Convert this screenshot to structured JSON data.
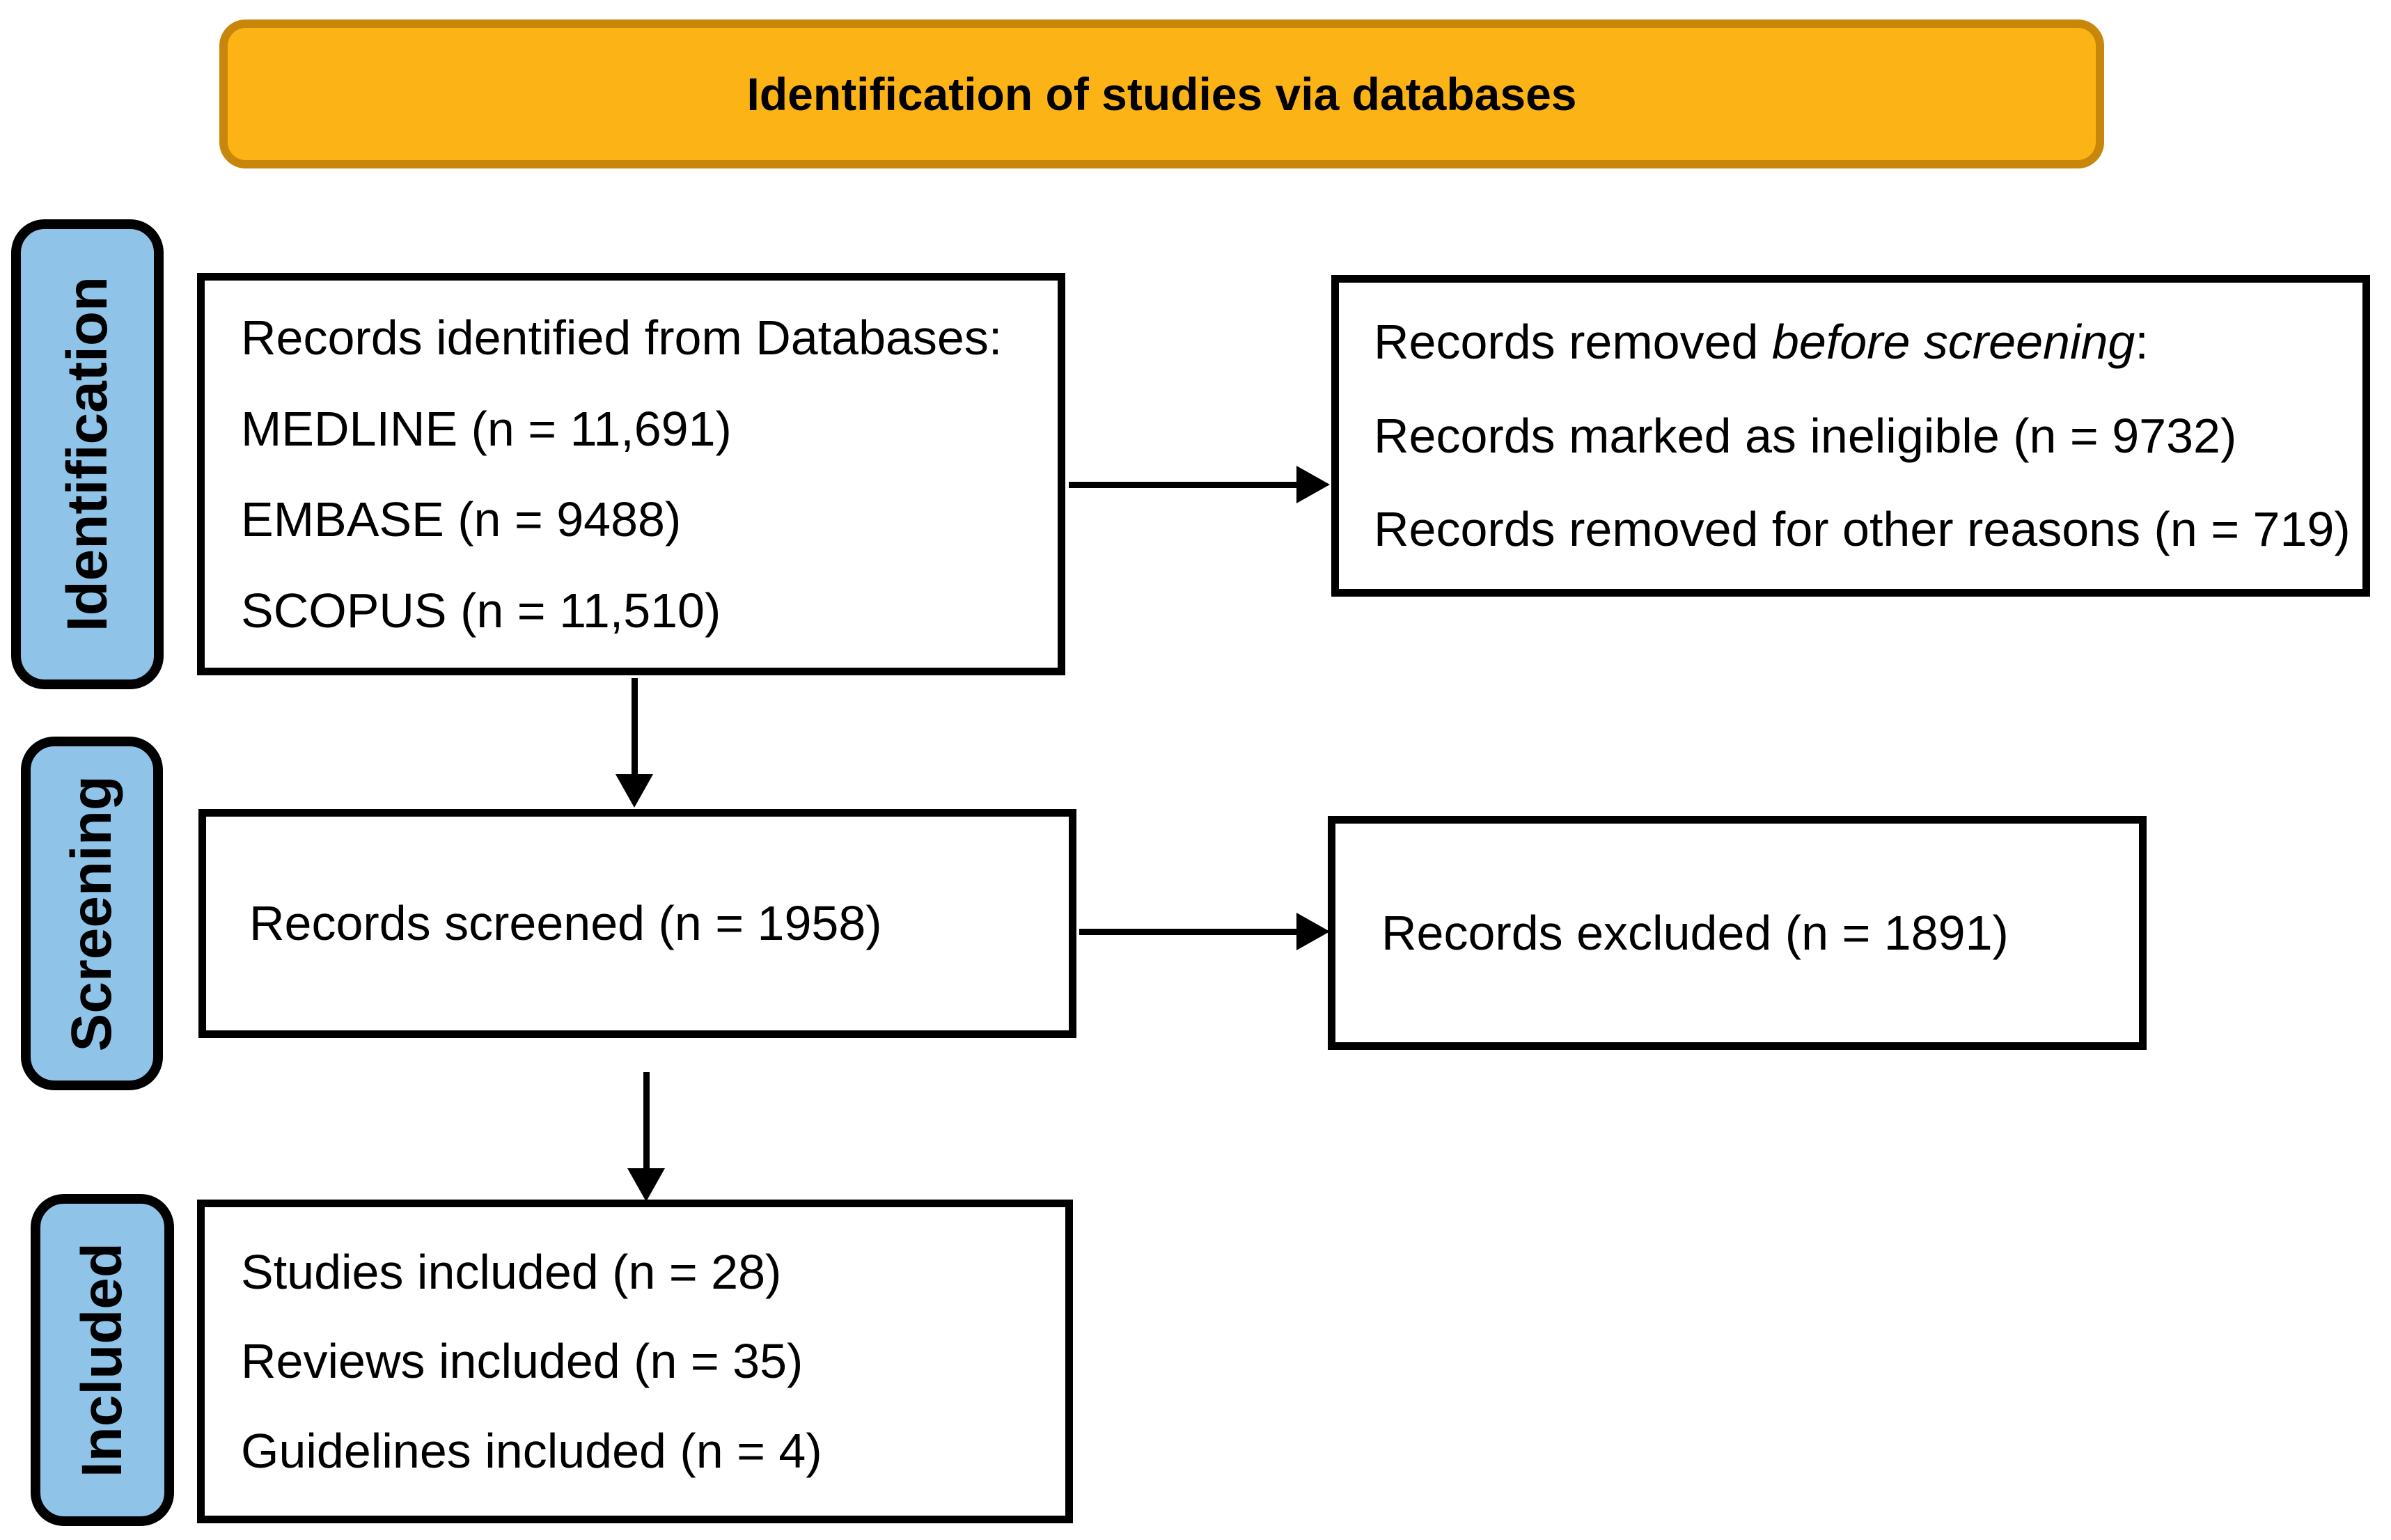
{
  "banner": {
    "title": "Identification of studies via databases"
  },
  "stages": [
    {
      "label": "Identification"
    },
    {
      "label": "Screening"
    },
    {
      "label": "Included"
    }
  ],
  "boxes": {
    "identified": {
      "lines": [
        "Records identified from Databases:",
        "MEDLINE (n = 11,691)",
        "EMBASE (n = 9488)",
        "SCOPUS (n = 11,510)"
      ]
    },
    "removed": {
      "line1_prefix": "Records removed ",
      "line1_italic": "before screening",
      "line1_suffix": ":",
      "line2": "Records marked as ineligible (n = 9732)",
      "line3": "Records removed for other reasons (n = 719)"
    },
    "screened": {
      "text": "Records screened (n = 1958)"
    },
    "excluded": {
      "text": "Records excluded (n = 1891)"
    },
    "included": {
      "lines": [
        "Studies included (n = 28)",
        "Reviews included (n = 35)",
        "Guidelines included (n = 4)"
      ]
    }
  },
  "colors": {
    "banner_fill": "#FCB316",
    "banner_border": "#C8860B",
    "stage_fill": "#8FC4E8",
    "stage_border": "#000000",
    "box_border": "#000000",
    "arrow": "#000000",
    "text": "#000000",
    "background": "#FFFFFF"
  }
}
